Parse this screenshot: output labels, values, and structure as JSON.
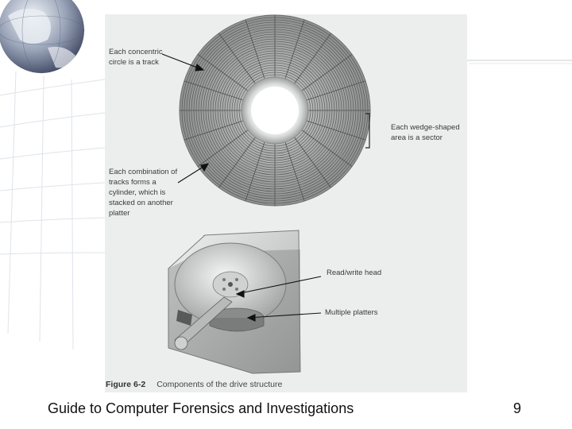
{
  "figure": {
    "callouts": {
      "track": "Each concentric\ncircle is a track",
      "sector": "Each wedge-shaped\narea is a sector",
      "cylinder": "Each combination of\ntracks forms a\ncylinder, which is\nstacked on another\nplatter",
      "head": "Read/write head",
      "platters": "Multiple platters"
    },
    "caption": {
      "label": "Figure 6-2",
      "text": "Components of the drive structure"
    }
  },
  "footer": {
    "title": "Guide to Computer Forensics and Investigations",
    "page_number": "9"
  },
  "colors": {
    "platter": "#9a9c9c",
    "panel": "#eceeee",
    "text": "#111111"
  }
}
